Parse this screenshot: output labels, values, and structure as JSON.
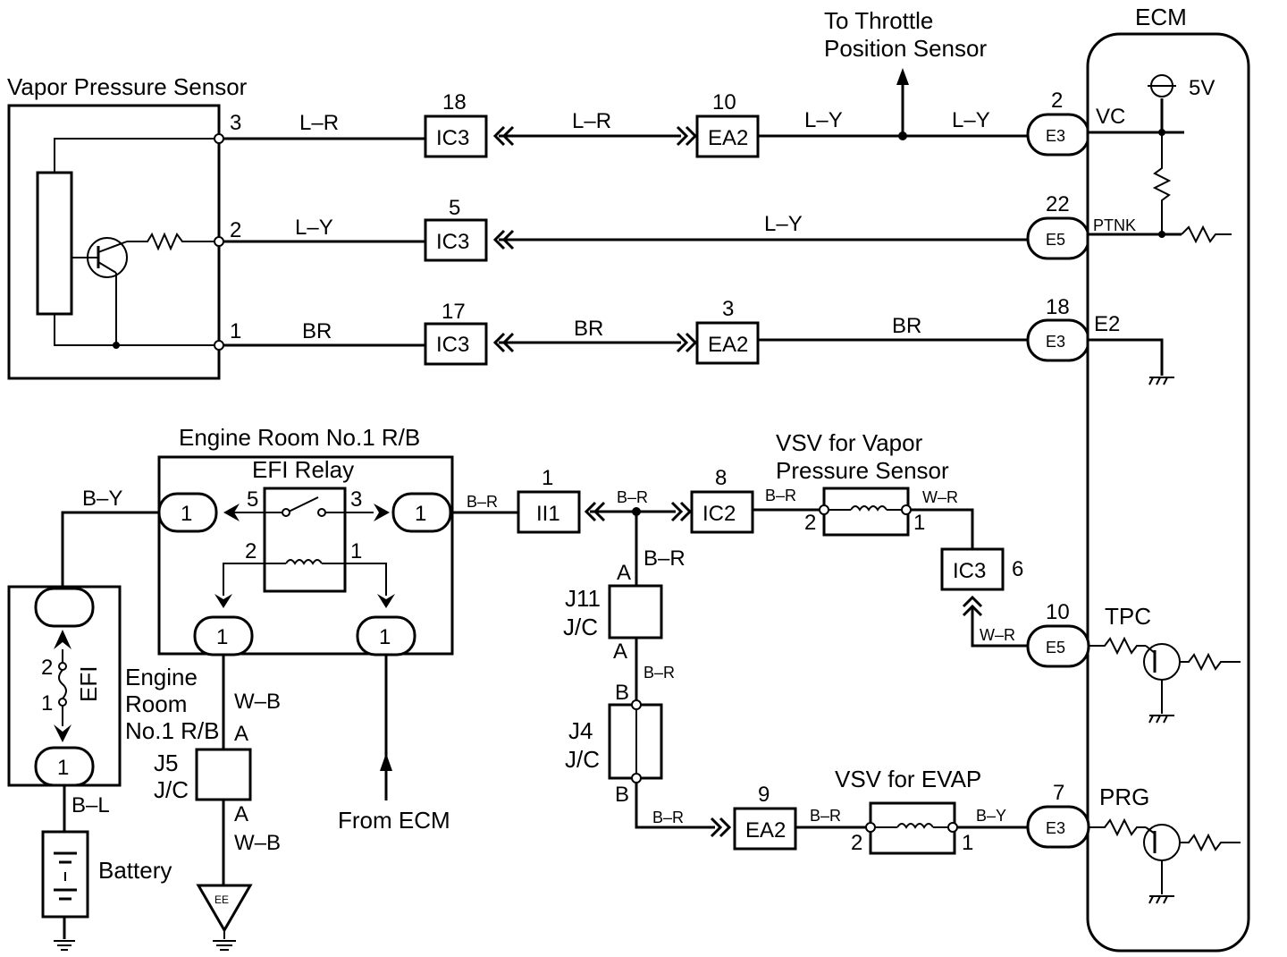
{
  "labels": {
    "vapor_sensor": "Vapor Pressure Sensor",
    "to_tps_1": "To Throttle",
    "to_tps_2": "Position Sensor",
    "ecm": "ECM",
    "v5": "5V",
    "vc": "VC",
    "ptnk": "PTNK",
    "e2": "E2",
    "tpc": "TPC",
    "prg": "PRG",
    "er_rb": "Engine Room No.1 R/B",
    "efi_relay": "EFI Relay",
    "vsv_vps_1": "VSV for Vapor",
    "vsv_vps_2": "Pressure Sensor",
    "vsv_evap": "VSV for EVAP",
    "engine_room_1": "Engine",
    "engine_room_2": "Room",
    "engine_room_3": "No.1 R/B",
    "efi": "EFI",
    "battery": "Battery",
    "from_ecm": "From ECM",
    "j11": "J11",
    "j4": "J4",
    "j5": "J5",
    "jc": "J/C",
    "ee": "EE"
  },
  "connectors": {
    "ic3": "IC3",
    "ea2": "EA2",
    "e3": "E3",
    "e5": "E5",
    "ic2": "IC2",
    "ii1": "II1",
    "one": "1"
  },
  "wires": {
    "lr": "L–R",
    "ly": "L–Y",
    "br": "BR",
    "by": "B–Y",
    "b_r": "B–R",
    "wr": "W–R",
    "wb": "W–B",
    "bl": "B–L"
  },
  "pins": {
    "s3": "3",
    "s2": "2",
    "s1": "1",
    "ic3_18": "18",
    "ic3_5": "5",
    "ic3_17": "17",
    "ic3_6": "6",
    "ea2_10": "10",
    "ea2_3": "3",
    "ea2_9": "9",
    "e3_2": "2",
    "e5_22": "22",
    "e3_18": "18",
    "e5_10": "10",
    "e3_7": "7",
    "ii1_1": "1",
    "ic2_8": "8",
    "relay_5": "5",
    "relay_3": "3",
    "relay_2": "2",
    "relay_1": "1",
    "vsv_2": "2",
    "vsv_1": "1",
    "efi_2": "2",
    "efi_1": "1",
    "A": "A",
    "B": "B"
  }
}
